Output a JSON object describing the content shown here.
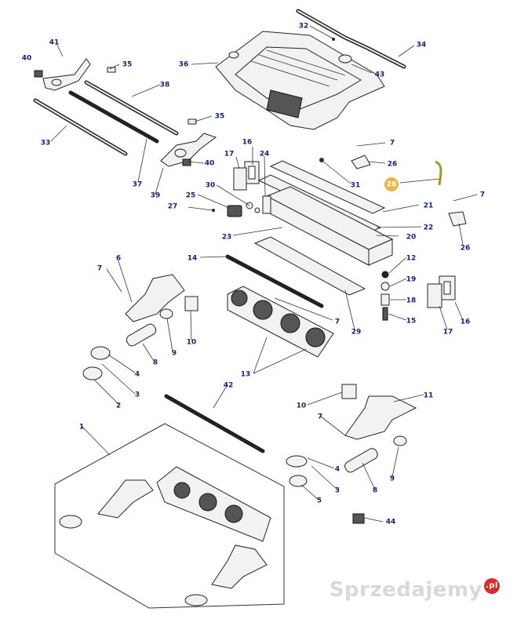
{
  "callouts": [
    {
      "id": "c1",
      "text": "1"
    },
    {
      "id": "c2",
      "text": "2"
    },
    {
      "id": "c3a",
      "text": "3"
    },
    {
      "id": "c3b",
      "text": "3"
    },
    {
      "id": "c4a",
      "text": "4"
    },
    {
      "id": "c4b",
      "text": "4"
    },
    {
      "id": "c5",
      "text": "5"
    },
    {
      "id": "c6",
      "text": "6"
    },
    {
      "id": "c7a",
      "text": "7"
    },
    {
      "id": "c7b",
      "text": "7"
    },
    {
      "id": "c7c",
      "text": "7"
    },
    {
      "id": "c7d",
      "text": "7"
    },
    {
      "id": "c7e",
      "text": "7"
    },
    {
      "id": "c8a",
      "text": "8"
    },
    {
      "id": "c8b",
      "text": "8"
    },
    {
      "id": "c9a",
      "text": "9"
    },
    {
      "id": "c9b",
      "text": "9"
    },
    {
      "id": "c10a",
      "text": "10"
    },
    {
      "id": "c10b",
      "text": "10"
    },
    {
      "id": "c11",
      "text": "11"
    },
    {
      "id": "c12",
      "text": "12"
    },
    {
      "id": "c13",
      "text": "13"
    },
    {
      "id": "c14",
      "text": "14"
    },
    {
      "id": "c15",
      "text": "15"
    },
    {
      "id": "c16a",
      "text": "16"
    },
    {
      "id": "c16b",
      "text": "16"
    },
    {
      "id": "c17a",
      "text": "17"
    },
    {
      "id": "c17b",
      "text": "17"
    },
    {
      "id": "c18",
      "text": "18"
    },
    {
      "id": "c19",
      "text": "19"
    },
    {
      "id": "c20",
      "text": "20"
    },
    {
      "id": "c21",
      "text": "21"
    },
    {
      "id": "c22",
      "text": "22"
    },
    {
      "id": "c23",
      "text": "23"
    },
    {
      "id": "c24",
      "text": "24"
    },
    {
      "id": "c25",
      "text": "25"
    },
    {
      "id": "c26a",
      "text": "26"
    },
    {
      "id": "c26b",
      "text": "26"
    },
    {
      "id": "c27",
      "text": "27"
    },
    {
      "id": "c28",
      "text": "28",
      "highlight": true
    },
    {
      "id": "c29",
      "text": "29"
    },
    {
      "id": "c30",
      "text": "30"
    },
    {
      "id": "c31",
      "text": "31"
    },
    {
      "id": "c32",
      "text": "32"
    },
    {
      "id": "c33",
      "text": "33"
    },
    {
      "id": "c34",
      "text": "34"
    },
    {
      "id": "c35a",
      "text": "35"
    },
    {
      "id": "c35b",
      "text": "35"
    },
    {
      "id": "c36",
      "text": "36"
    },
    {
      "id": "c37",
      "text": "37"
    },
    {
      "id": "c38",
      "text": "38"
    },
    {
      "id": "c39",
      "text": "39"
    },
    {
      "id": "c40a",
      "text": "40"
    },
    {
      "id": "c40b",
      "text": "40"
    },
    {
      "id": "c41",
      "text": "41"
    },
    {
      "id": "c42",
      "text": "42"
    },
    {
      "id": "c43",
      "text": "43"
    },
    {
      "id": "c44",
      "text": "44"
    }
  ],
  "watermark": {
    "text": "Sprzedajemy",
    "suffix": ".pl"
  },
  "colors": {
    "label": "#1a1f6b",
    "highlight_fill": "#e8b54a",
    "highlight_part": "#9a9a2a",
    "watermark_badge": "#d72b2b"
  }
}
